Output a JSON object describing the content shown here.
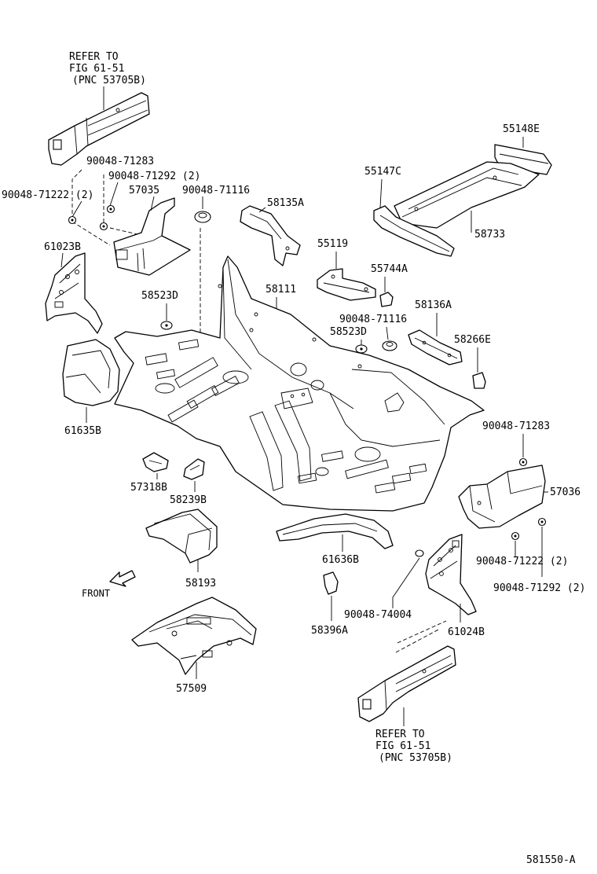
{
  "diagram": {
    "refer_top": [
      "REFER TO",
      "FIG 61-51",
      "(PNC 53705B)"
    ],
    "refer_bottom": [
      "REFER TO",
      "FIG 61-51",
      "(PNC 53705B)"
    ],
    "front_label": "FRONT",
    "figure_number": "581550-A",
    "labels": {
      "p90048_71283_a": "90048-71283",
      "p90048_71292_a": "90048-71292 (2)",
      "p90048_71222_a": "90048-71222 (2)",
      "p57035": "57035",
      "p90048_71116_a": "90048-71116",
      "p58135A": "58135A",
      "p61023B": "61023B",
      "p55148E": "55148E",
      "p55147C": "55147C",
      "p58733": "58733",
      "p55119": "55119",
      "p55744A": "55744A",
      "p58523D_a": "58523D",
      "p58111": "58111",
      "p58136A": "58136A",
      "p90048_71116_b": "90048-71116",
      "p58523D_b": "58523D",
      "p58266E": "58266E",
      "p61635B": "61635B",
      "p90048_71283_b": "90048-71283",
      "p57318B": "57318B",
      "p58239B": "58239B",
      "p57036": "57036",
      "p61636B": "61636B",
      "p90048_71222_b": "90048-71222 (2)",
      "p58193": "58193",
      "p90048_71292_b": "90048-71292 (2)",
      "p90048_74004": "90048-74004",
      "p58396A": "58396A",
      "p61024B": "61024B",
      "p57509": "57509"
    }
  }
}
